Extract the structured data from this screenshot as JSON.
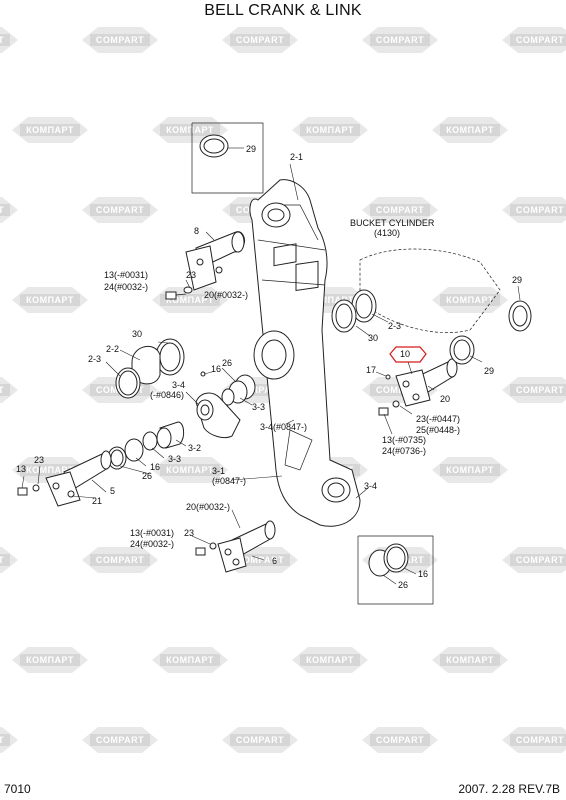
{
  "header": {
    "title": "BELL CRANK & LINK"
  },
  "footer": {
    "page_number": "7010",
    "date_revision": "2007. 2.28  REV.7B"
  },
  "watermark": {
    "brand_latin": "COMPART",
    "brand_cyrillic": "КОМПАРТ",
    "color": "#d9d9d9"
  },
  "annotations": {
    "bucket_cylinder": "BUCKET CYLINDER",
    "bucket_cylinder_ref": "(4130)"
  },
  "callouts": {
    "c29_top": "29",
    "c2_1": "2-1",
    "c8": "8",
    "c23_a": "23",
    "c13_a": "13(-#0031)",
    "c24_a": "24(#0032-)",
    "c20_a": "20(#0032-)",
    "c30_left": "30",
    "c2_2": "2-2",
    "c2_3_left": "2-3",
    "c26_a": "26",
    "c16_a": "16",
    "c3_4_a": "3-4",
    "c0846": "(-#0846)",
    "c3_3_a": "3-3",
    "c3_4_b": "3-4(#0847-)",
    "c3_2": "3-2",
    "c3_3_b": "3-3",
    "c16_b": "16",
    "c26_b": "26",
    "c23_b": "23",
    "c13_b": "13",
    "c5": "5",
    "c21": "21",
    "c3_1": "3-1",
    "c0847": "(#0847-)",
    "c20_b": "20(#0032-)",
    "c23_c": "23",
    "c13_c": "13(-#0031)",
    "c24_c": "24(#0032-)",
    "c6": "6",
    "c3_4_c": "3-4",
    "c16_c": "16",
    "c26_c": "26",
    "c30_right": "30",
    "c2_3_right": "2-3",
    "c10": "10",
    "c17": "17",
    "c29_right_top": "29",
    "c29_right": "29",
    "c20_right": "20",
    "c23_right": "23(-#0447)",
    "c25_right": "25(#0448-)",
    "c13_right": "13(-#0735)",
    "c24_right": "24(#0736-)"
  },
  "colors": {
    "highlight": "#d41a1a",
    "line": "#222222"
  }
}
